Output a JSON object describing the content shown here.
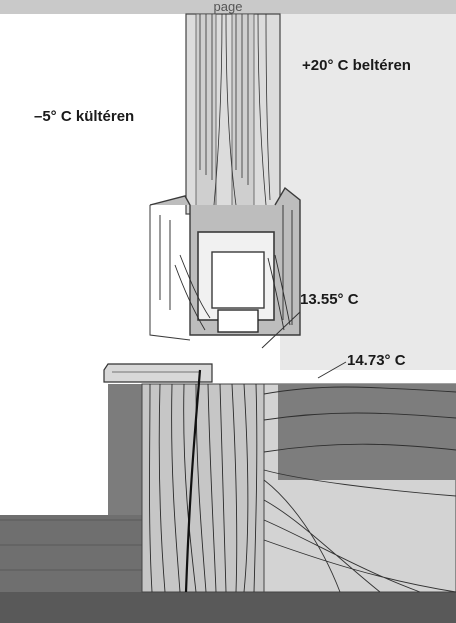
{
  "header_text": "page",
  "labels": {
    "inside": "+20° C beltéren",
    "outside": "–5° C kültéren",
    "temp_glass_edge": "13.55° C",
    "temp_sill": "14.73° C"
  },
  "colors": {
    "header_band": "#c9c9c9",
    "outside_bg": "#ffffff",
    "inside_bg": "#e9e9e9",
    "wall_gray": "#7c7c7c",
    "frame_gray": "#bdbdbd",
    "isotherm": "#2b2b2b"
  }
}
